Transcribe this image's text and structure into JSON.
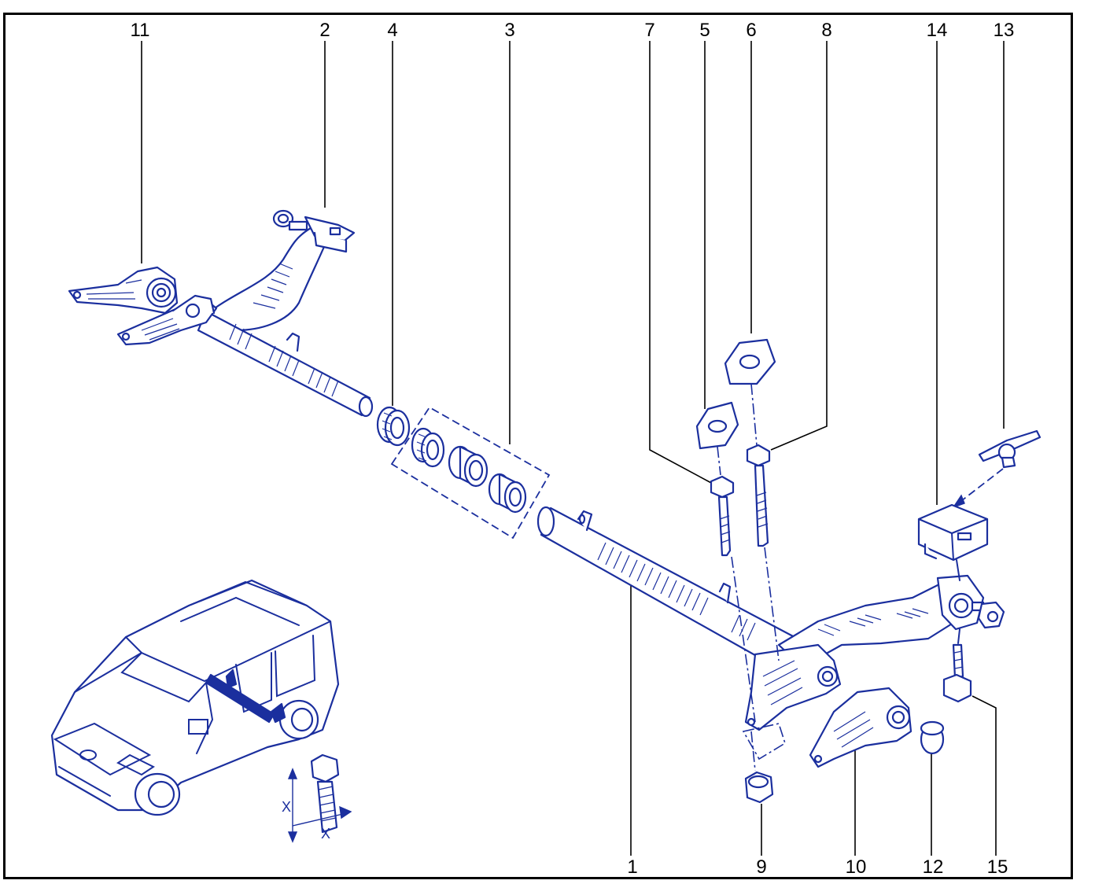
{
  "diagram": {
    "callouts": [
      {
        "id": "c11",
        "label": "11"
      },
      {
        "id": "c2",
        "label": "2"
      },
      {
        "id": "c4",
        "label": "4"
      },
      {
        "id": "c3",
        "label": "3"
      },
      {
        "id": "c7",
        "label": "7"
      },
      {
        "id": "c5",
        "label": "5"
      },
      {
        "id": "c6",
        "label": "6"
      },
      {
        "id": "c8",
        "label": "8"
      },
      {
        "id": "c14",
        "label": "14"
      },
      {
        "id": "c13",
        "label": "13"
      },
      {
        "id": "c1",
        "label": "1"
      },
      {
        "id": "c9",
        "label": "9"
      },
      {
        "id": "c10",
        "label": "10"
      },
      {
        "id": "c12",
        "label": "12"
      },
      {
        "id": "c15",
        "label": "15"
      }
    ],
    "dimension_label_a": "X",
    "dimension_label_b": "X",
    "line_color": "#1b2f9e",
    "text_color": "#000000",
    "frame_color": "#000000"
  }
}
